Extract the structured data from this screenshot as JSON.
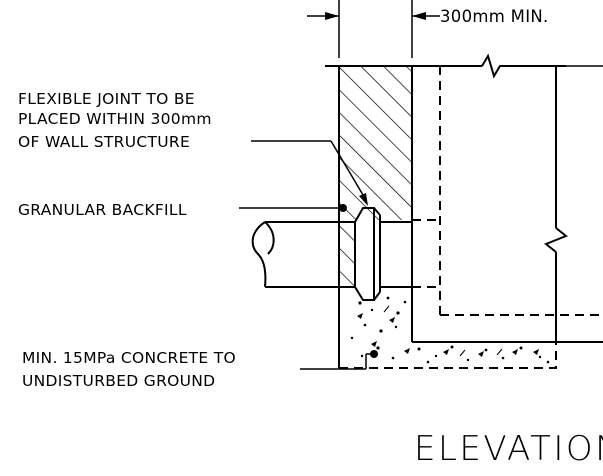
{
  "labels": {
    "dimension": "300mm  MIN.",
    "flexible_joint": [
      "FLEXIBLE JOINT TO BE",
      "PLACED WITHIN 300mm",
      "OF WALL STRUCTURE"
    ],
    "granular_backfill": "GRANULAR BACKFILL",
    "concrete": [
      "MIN. 15MPa CONCRETE TO",
      "UNDISTURBED GROUND"
    ]
  },
  "title": "ELEVATION"
}
